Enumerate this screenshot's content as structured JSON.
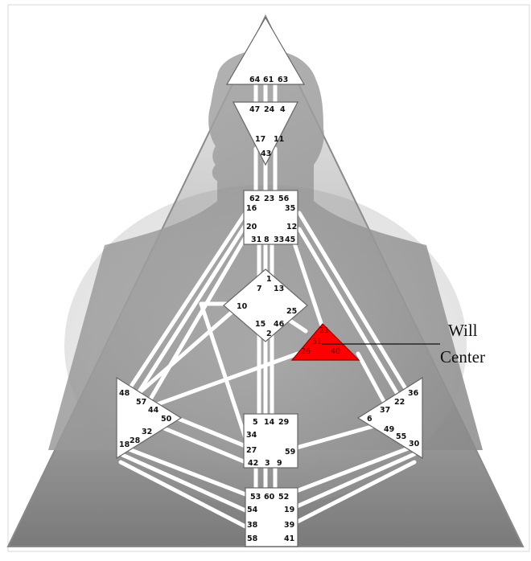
{
  "annotation": {
    "label_line1": "Will",
    "label_line2": "Center",
    "highlight_color": "#ff0000"
  },
  "centers": {
    "head": {
      "gates": [
        "64",
        "61",
        "63"
      ]
    },
    "ajna": {
      "gates": [
        "47",
        "24",
        "4",
        "17",
        "11",
        "43"
      ]
    },
    "throat": {
      "gates": [
        "62",
        "23",
        "56",
        "16",
        "35",
        "20",
        "12",
        "31",
        "8",
        "33",
        "45"
      ]
    },
    "g_center": {
      "gates": [
        "1",
        "7",
        "13",
        "10",
        "25",
        "15",
        "46",
        "2"
      ]
    },
    "will": {
      "gates": [
        "21",
        "51",
        "26",
        "40"
      ]
    },
    "spleen": {
      "gates": [
        "48",
        "57",
        "44",
        "50",
        "32",
        "28",
        "18"
      ]
    },
    "solar_plexus": {
      "gates": [
        "36",
        "22",
        "37",
        "6",
        "49",
        "55",
        "30"
      ]
    },
    "sacral": {
      "gates": [
        "5",
        "14",
        "29",
        "34",
        "27",
        "59",
        "42",
        "3",
        "9"
      ]
    },
    "root": {
      "gates": [
        "53",
        "60",
        "52",
        "54",
        "19",
        "38",
        "39",
        "58",
        "41"
      ]
    }
  }
}
